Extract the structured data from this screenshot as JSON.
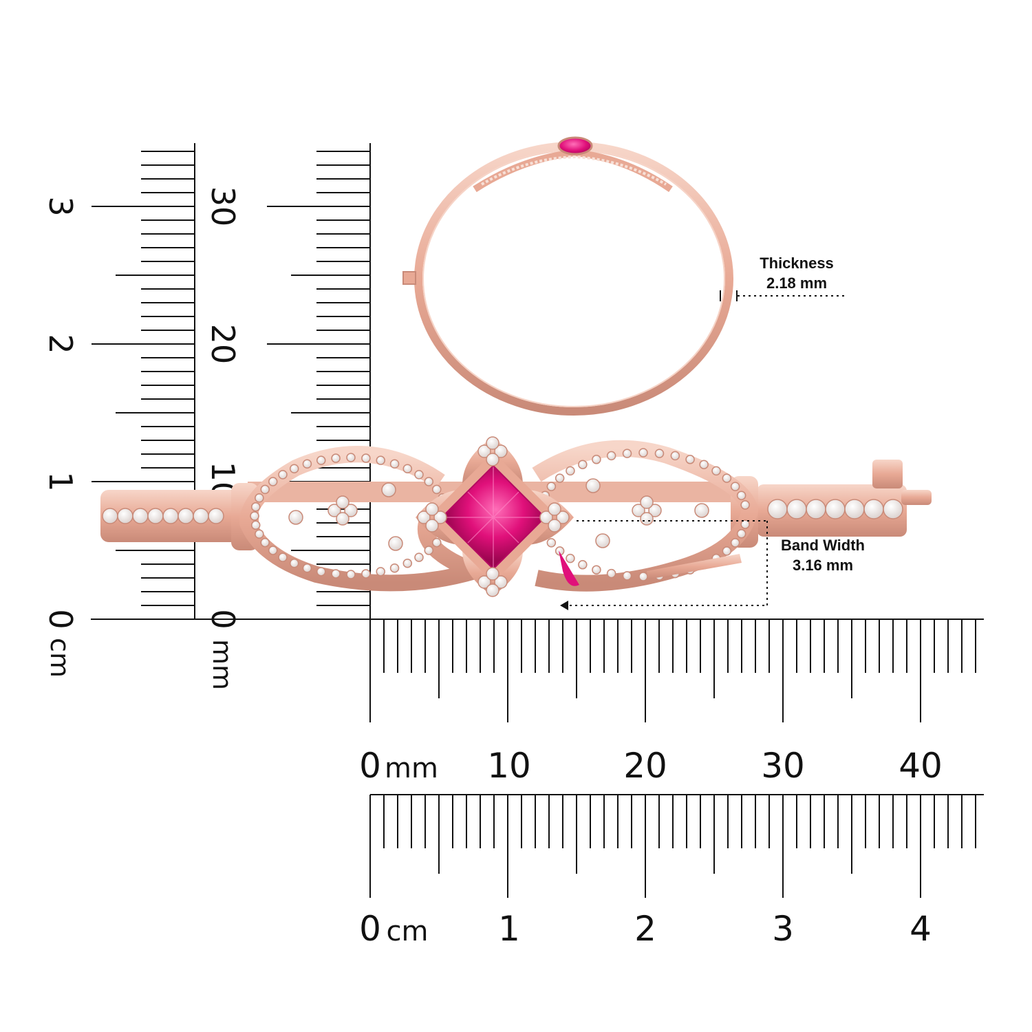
{
  "rulers": {
    "bottom_mm": {
      "unit": "mm",
      "labels": [
        "0",
        "10",
        "20",
        "30",
        "40"
      ]
    },
    "bottom_cm": {
      "unit": "cm",
      "labels": [
        "0",
        "1",
        "2",
        "3",
        "4"
      ]
    },
    "left_cm": {
      "unit": "cm",
      "labels": [
        "0",
        "1",
        "2",
        "3"
      ]
    },
    "left_mm": {
      "unit": "mm",
      "labels": [
        "0",
        "10",
        "20",
        "30"
      ]
    },
    "color": "#111111"
  },
  "annotations": {
    "thickness": {
      "label": "Thickness",
      "value": "2.18 mm"
    },
    "band_width": {
      "label": "Band Width",
      "value": "3.16 mm"
    }
  },
  "product": {
    "metal_color": "#e8a995",
    "metal_highlight": "#f6d3c6",
    "metal_shadow": "#c98a78",
    "center_stone_color": "#e0107a",
    "accent_stone_color": "#ffffff"
  }
}
